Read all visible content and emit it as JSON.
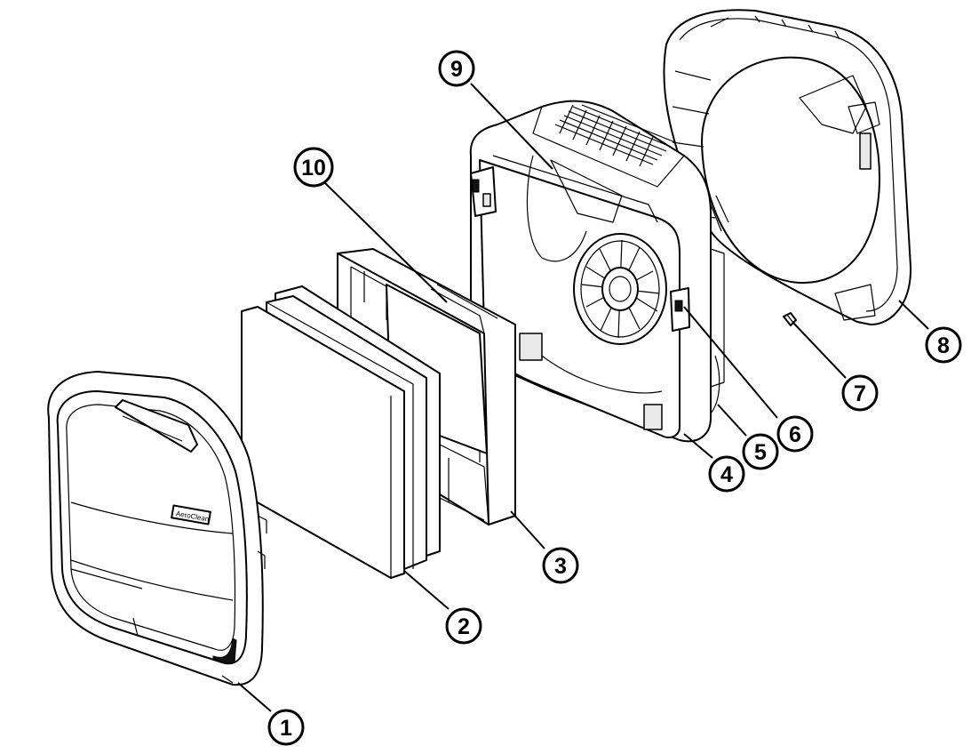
{
  "callouts": [
    {
      "id": "1",
      "label": "1"
    },
    {
      "id": "2",
      "label": "2"
    },
    {
      "id": "3",
      "label": "3"
    },
    {
      "id": "4",
      "label": "4"
    },
    {
      "id": "5",
      "label": "5"
    },
    {
      "id": "6",
      "label": "6"
    },
    {
      "id": "7",
      "label": "7"
    },
    {
      "id": "8",
      "label": "8"
    },
    {
      "id": "9",
      "label": "9"
    },
    {
      "id": "10",
      "label": "10"
    }
  ],
  "logo_text": "AeroClean"
}
